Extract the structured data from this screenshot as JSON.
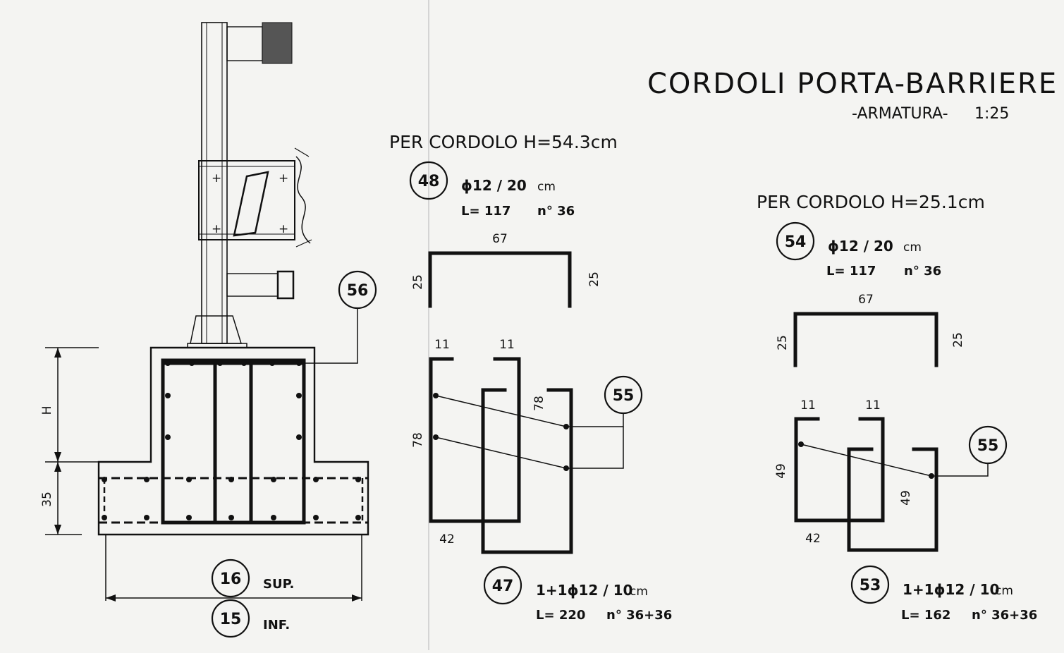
{
  "title": "CORDOLI PORTA-BARRIERE",
  "subtitle": "-ARMATURA-",
  "scale": "1:25",
  "section": {
    "marks": {
      "top_bar": "56",
      "sup": "16",
      "inf": "15"
    },
    "sup_label": "SUP.",
    "inf_label": "INF.",
    "dim_h": "H",
    "dim_35": "35"
  },
  "left_kerb": {
    "heading": "PER CORDOLO H=54.3cm",
    "bar_top": {
      "mark": "48",
      "spec": "ϕ12 / 20",
      "unit": "cm",
      "length": "L= 117",
      "count": "n° 36",
      "dim_top": "67",
      "dim_left": "25",
      "dim_right": "25"
    },
    "bar_stirrup": {
      "mark": "47",
      "spec": "1+1ϕ12 / 10",
      "unit": "cm",
      "length": "L= 220",
      "count": "n° 36+36",
      "dim_11a": "11",
      "dim_11b": "11",
      "dim_78a": "78",
      "dim_78b": "78",
      "dim_42": "42"
    },
    "tie_mark": "55"
  },
  "right_kerb": {
    "heading": "PER CORDOLO H=25.1cm",
    "bar_top": {
      "mark": "54",
      "spec": "ϕ12 / 20",
      "unit": "cm",
      "length": "L= 117",
      "count": "n° 36",
      "dim_top": "67",
      "dim_left": "25",
      "dim_right": "25"
    },
    "bar_stirrup": {
      "mark": "53",
      "spec": "1+1ϕ12 / 10",
      "unit": "cm",
      "length": "L= 162",
      "count": "n° 36+36",
      "dim_11a": "11",
      "dim_11b": "11",
      "dim_49a": "49",
      "dim_49b": "49",
      "dim_42": "42"
    },
    "tie_mark": "55"
  }
}
